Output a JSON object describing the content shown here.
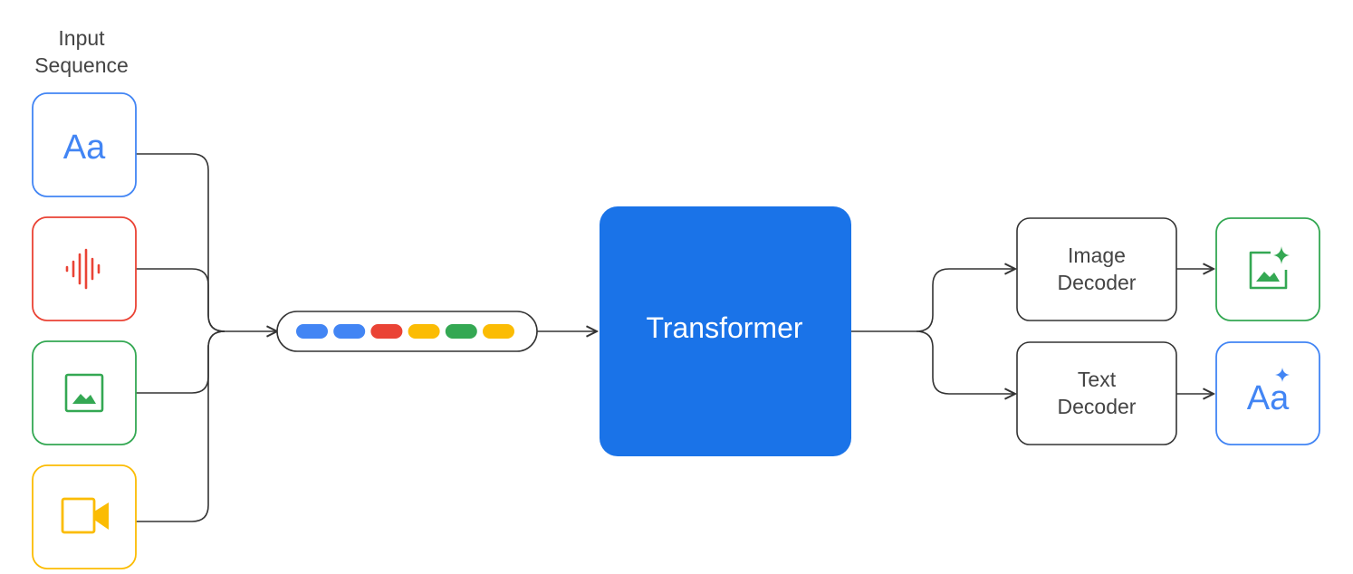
{
  "input_sequence": {
    "title_line1": "Input",
    "title_line2": "Sequence",
    "items": [
      {
        "kind": "text",
        "glyph": "Aa",
        "icon": "text-icon",
        "color": "#4285F4"
      },
      {
        "kind": "audio",
        "icon": "audio-waveform-icon",
        "color": "#EA4335"
      },
      {
        "kind": "image",
        "icon": "image-icon",
        "color": "#34A853"
      },
      {
        "kind": "video",
        "icon": "video-camera-icon",
        "color": "#FBBC04"
      }
    ]
  },
  "token_bar": {
    "tokens": [
      "#4285F4",
      "#4285F4",
      "#EA4335",
      "#FBBC04",
      "#34A853",
      "#FBBC04"
    ]
  },
  "transformer": {
    "label": "Transformer",
    "color": "#1A73E8"
  },
  "decoders": [
    {
      "line1": "Image",
      "line2": "Decoder"
    },
    {
      "line1": "Text",
      "line2": "Decoder"
    }
  ],
  "outputs": [
    {
      "kind": "generated-image",
      "icon": "generated-image-icon",
      "color": "#34A853"
    },
    {
      "kind": "generated-text",
      "glyph": "Aa",
      "icon": "generated-text-icon",
      "color": "#4285F4"
    }
  ],
  "colors": {
    "blue": "#4285F4",
    "red": "#EA4335",
    "green": "#34A853",
    "yellow": "#FBBC04",
    "line": "#333333"
  }
}
